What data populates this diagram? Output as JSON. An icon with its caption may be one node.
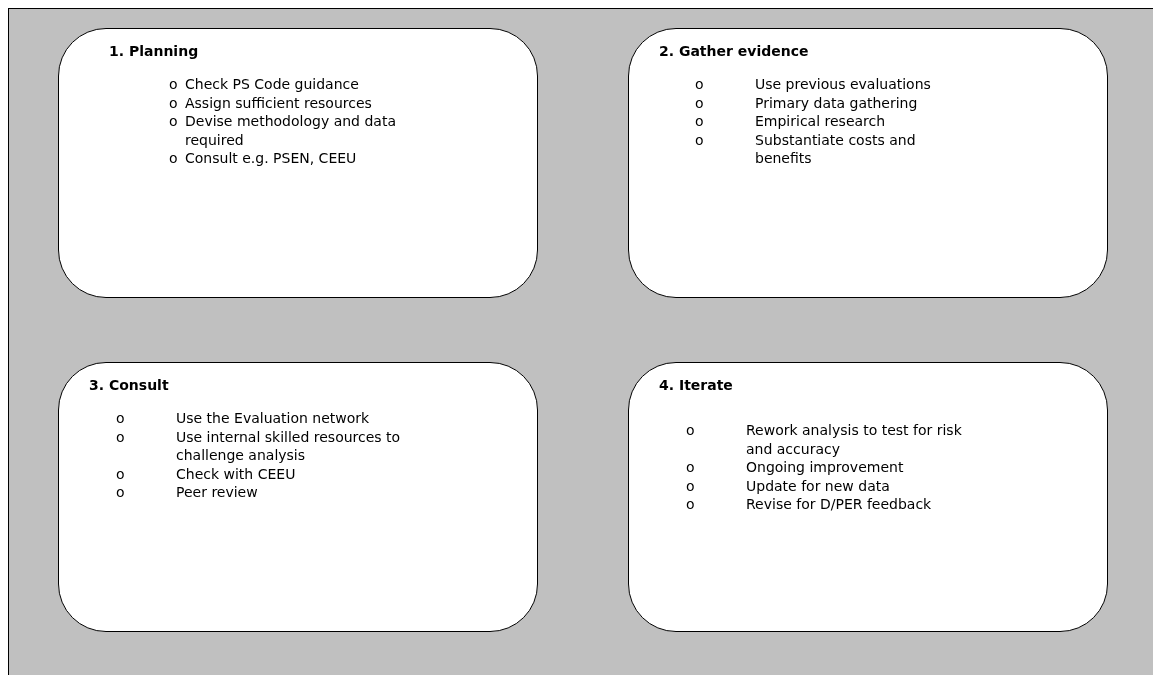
{
  "diagram": {
    "nodes": [
      {
        "text": [
          "1. Planning",
          "o",
          "Check PS Code guidance",
          "o",
          "Assign sufficient resources",
          "o",
          "Devise methodology and data required",
          "o",
          "Consult e.g. PSEN, CEEU"
        ]
      },
      {
        "text": [
          "2. Gather evidence",
          "o",
          "Use previous evaluations",
          "o",
          "Primary data gathering",
          "o",
          "Empirical research",
          "o",
          "Substantiate costs and benefits"
        ]
      },
      {
        "text": [
          "3. Consult",
          "o",
          "Use the Evaluation network",
          "o",
          "Use internal skilled resources to challenge analysis",
          "o",
          "Check with CEEU",
          "o",
          "Peer review"
        ]
      },
      {
        "text": [
          "4. Iterate",
          "o",
          "Rework analysis to test for risk and accuracy",
          "o",
          "Ongoing improvement",
          "o",
          "Update for new data",
          "o",
          "Revise for D/PER feedback"
        ]
      }
    ],
    "edges": []
  }
}
